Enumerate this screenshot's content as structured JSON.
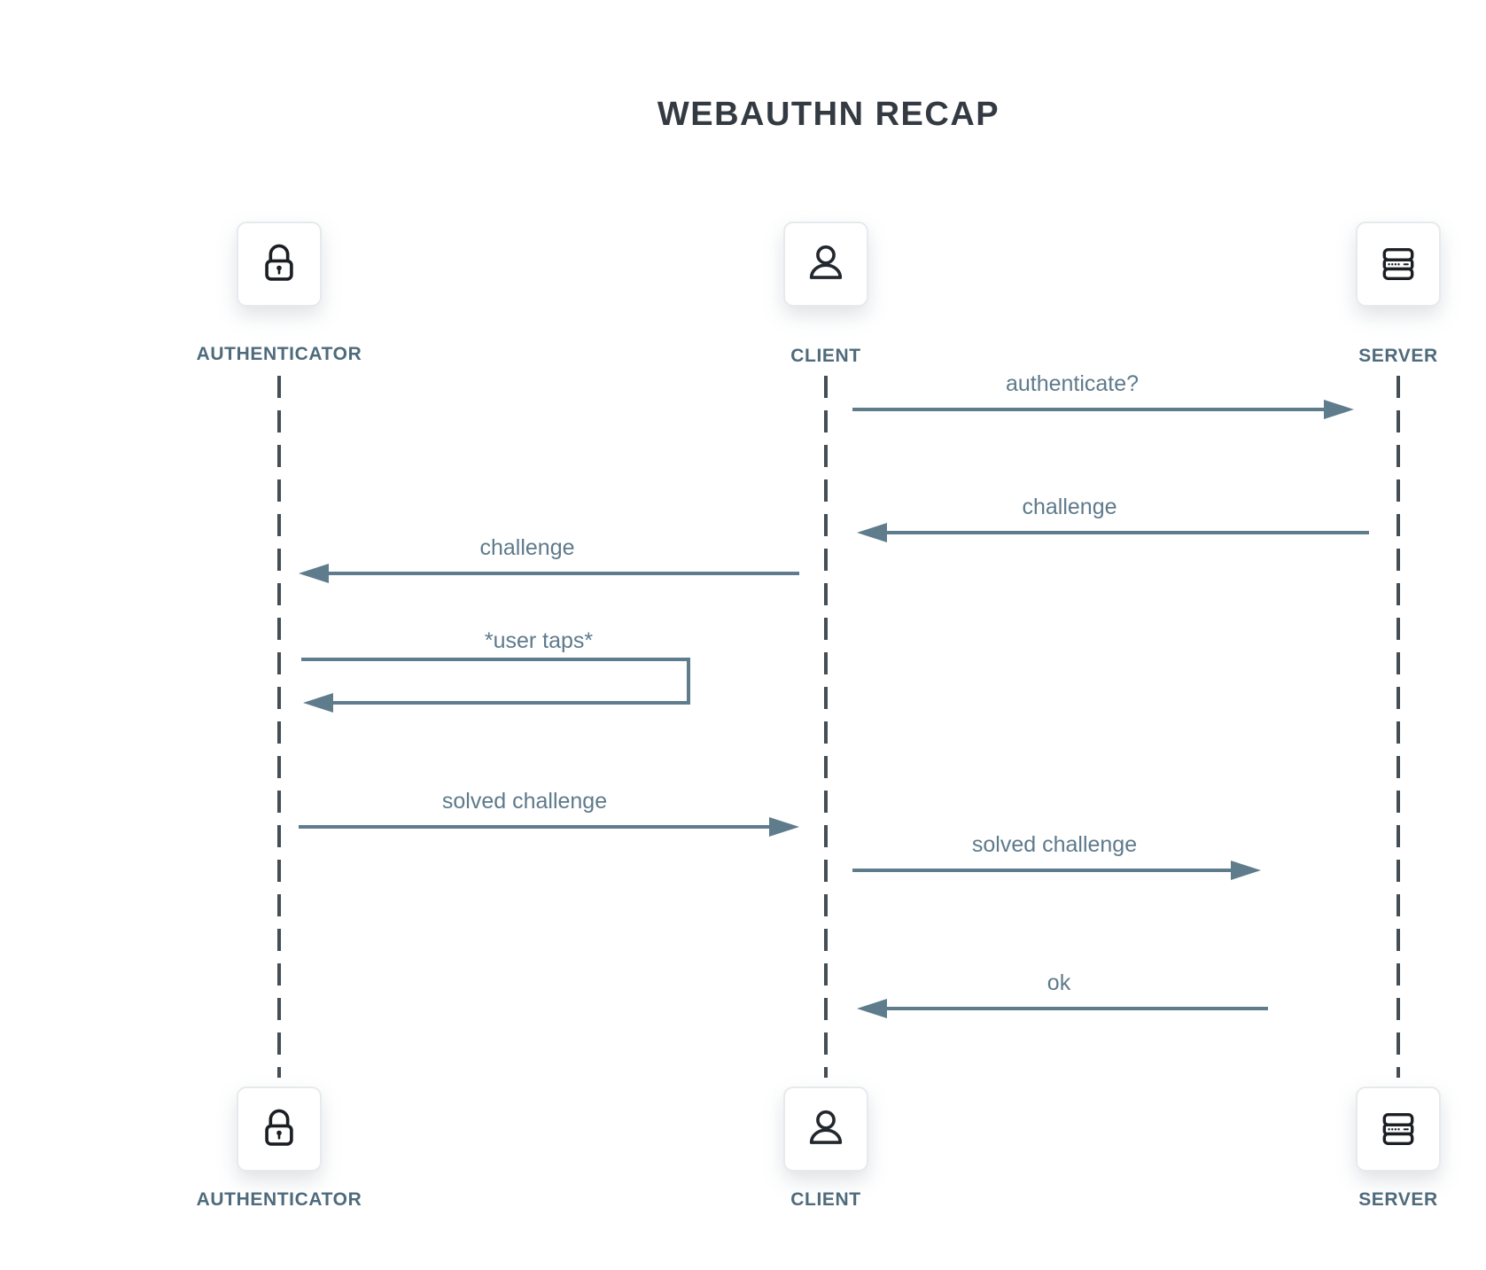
{
  "title": "WEBAUTHN RECAP",
  "actors": [
    {
      "id": "authenticator",
      "label": "AUTHENTICATOR",
      "icon": "lock-icon"
    },
    {
      "id": "client",
      "label": "CLIENT",
      "icon": "person-icon"
    },
    {
      "id": "server",
      "label": "SERVER",
      "icon": "server-icon"
    }
  ],
  "messages": [
    {
      "from": "client",
      "to": "server",
      "label": "authenticate?"
    },
    {
      "from": "server",
      "to": "client",
      "label": "challenge"
    },
    {
      "from": "client",
      "to": "authenticator",
      "label": "challenge"
    },
    {
      "from": "authenticator",
      "to": "authenticator",
      "label": "*user taps*",
      "type": "self-loop"
    },
    {
      "from": "authenticator",
      "to": "client",
      "label": "solved challenge"
    },
    {
      "from": "client",
      "to": "server",
      "label": "solved challenge"
    },
    {
      "from": "server",
      "to": "client",
      "label": "ok"
    }
  ],
  "colors": {
    "title": "#343a42",
    "actor_label": "#4e6b7c",
    "message_text": "#5e7a8b",
    "arrow": "#5f7c8c",
    "lifeline": "#454d55",
    "icon_stroke": "#1b1f24",
    "card_border": "#e7eaed",
    "background": "#ffffff"
  }
}
